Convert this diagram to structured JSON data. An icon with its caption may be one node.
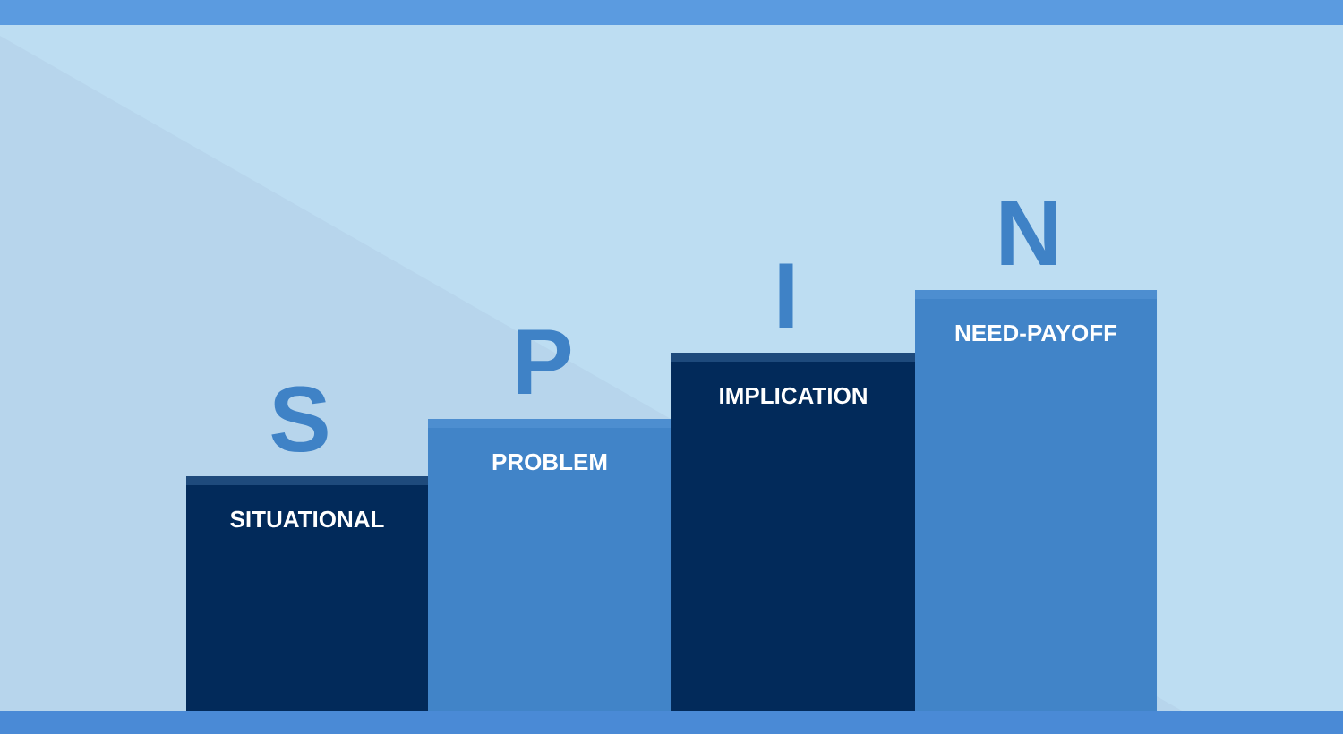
{
  "diagram": {
    "nodes": [
      {
        "text": [
          "S",
          "SITUATIONAL"
        ]
      },
      {
        "text": [
          "P",
          "PROBLEM"
        ]
      },
      {
        "text": [
          "I",
          "IMPLICATION"
        ]
      },
      {
        "text": [
          "N",
          "NEED-PAYOFF"
        ]
      },
      {
        "text": [],
        "shape": "bar"
      },
      {
        "text": [],
        "shape": "bar"
      }
    ]
  }
}
